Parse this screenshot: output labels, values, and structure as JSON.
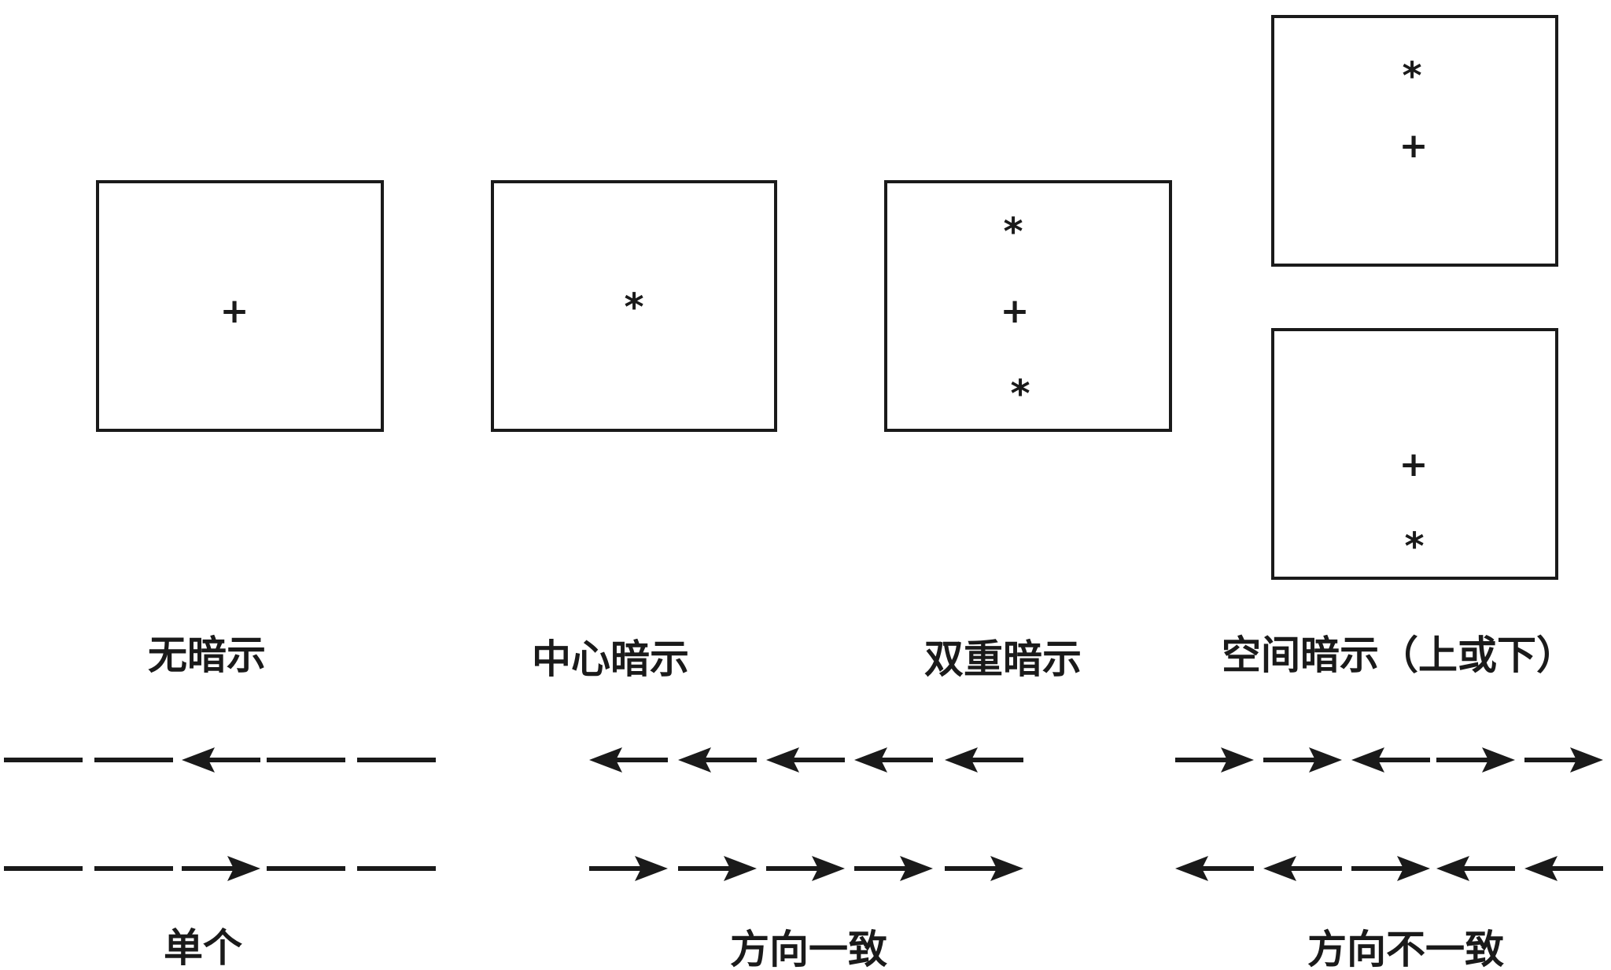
{
  "cue_conditions": [
    {
      "label": "无暗示",
      "symbols": [
        "+"
      ]
    },
    {
      "label": "中心暗示",
      "symbols": [
        "*"
      ]
    },
    {
      "label": "双重暗示",
      "symbols": [
        "*",
        "+",
        "*"
      ]
    },
    {
      "label": "空间暗示（上或下）",
      "symbols_top_box": [
        "*",
        "+"
      ],
      "symbols_bottom_box": [
        "+",
        "*"
      ]
    }
  ],
  "flanker_conditions": [
    {
      "label": "单个",
      "rows": [
        [
          "line",
          "line",
          "left",
          "line",
          "line"
        ],
        [
          "line",
          "line",
          "right",
          "line",
          "line"
        ]
      ]
    },
    {
      "label": "方向一致",
      "rows": [
        [
          "left",
          "left",
          "left",
          "left",
          "left"
        ],
        [
          "right",
          "right",
          "right",
          "right",
          "right"
        ]
      ]
    },
    {
      "label": "方向不一致",
      "rows": [
        [
          "right",
          "right",
          "left",
          "right",
          "right"
        ],
        [
          "left",
          "left",
          "right",
          "left",
          "left"
        ]
      ]
    }
  ],
  "colors": {
    "ink": "#1a1a1a",
    "background": "#ffffff"
  }
}
